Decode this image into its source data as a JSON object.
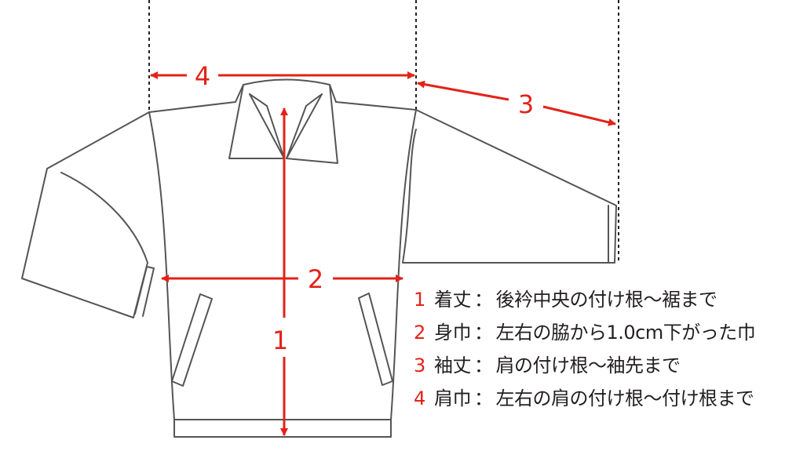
{
  "measurements": [
    {
      "number": "1",
      "name": "着丈",
      "separator": "：",
      "description": "後衿中央の付け根～裾まで"
    },
    {
      "number": "2",
      "name": "身巾",
      "separator": "：",
      "description": "左右の脇から1.0cm下がった巾"
    },
    {
      "number": "3",
      "name": "袖丈",
      "separator": "：",
      "description": "肩の付け根～袖先まで"
    },
    {
      "number": "4",
      "name": "肩巾",
      "separator": "：",
      "description": "左右の肩の付け根～付け根まで"
    }
  ],
  "colors": {
    "accent": "#e2231a",
    "line": "#231f20",
    "garment_stroke": "#555555",
    "guide": "#222222"
  }
}
